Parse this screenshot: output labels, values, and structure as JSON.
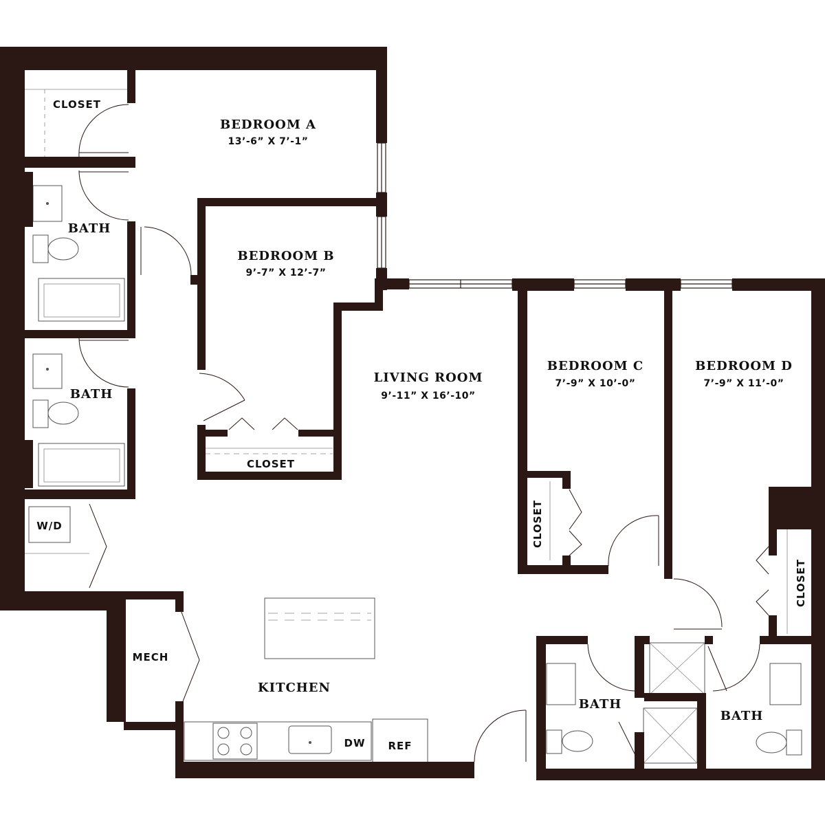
{
  "rooms": {
    "bedroom_a": {
      "name": "BEDROOM A",
      "dims": "13’-6” X 7’-1”"
    },
    "bedroom_b": {
      "name": "BEDROOM B",
      "dims": "9’-7” X 12’-7”"
    },
    "bedroom_c": {
      "name": "BEDROOM C",
      "dims": "7’-9” X 10’-0”"
    },
    "bedroom_d": {
      "name": "BEDROOM D",
      "dims": "7’-9” X 11’-0”"
    },
    "living_room": {
      "name": "LIVING ROOM",
      "dims": "9’-11” X 16’-10”"
    },
    "kitchen": {
      "name": "KITCHEN"
    },
    "bath_1": {
      "name": "BATH"
    },
    "bath_2": {
      "name": "BATH"
    },
    "bath_3": {
      "name": "BATH"
    },
    "bath_4": {
      "name": "BATH"
    },
    "mech": {
      "name": "MECH"
    },
    "wd": {
      "name": "W/D"
    },
    "closet_a": {
      "name": "CLOSET"
    },
    "closet_b": {
      "name": "CLOSET"
    },
    "closet_c": {
      "name": "CLOSET"
    },
    "closet_d": {
      "name": "CLOSET"
    },
    "dw": {
      "name": "DW"
    },
    "ref": {
      "name": "REF"
    }
  },
  "colors": {
    "wall": "#2b1714",
    "background": "#ffffff"
  }
}
